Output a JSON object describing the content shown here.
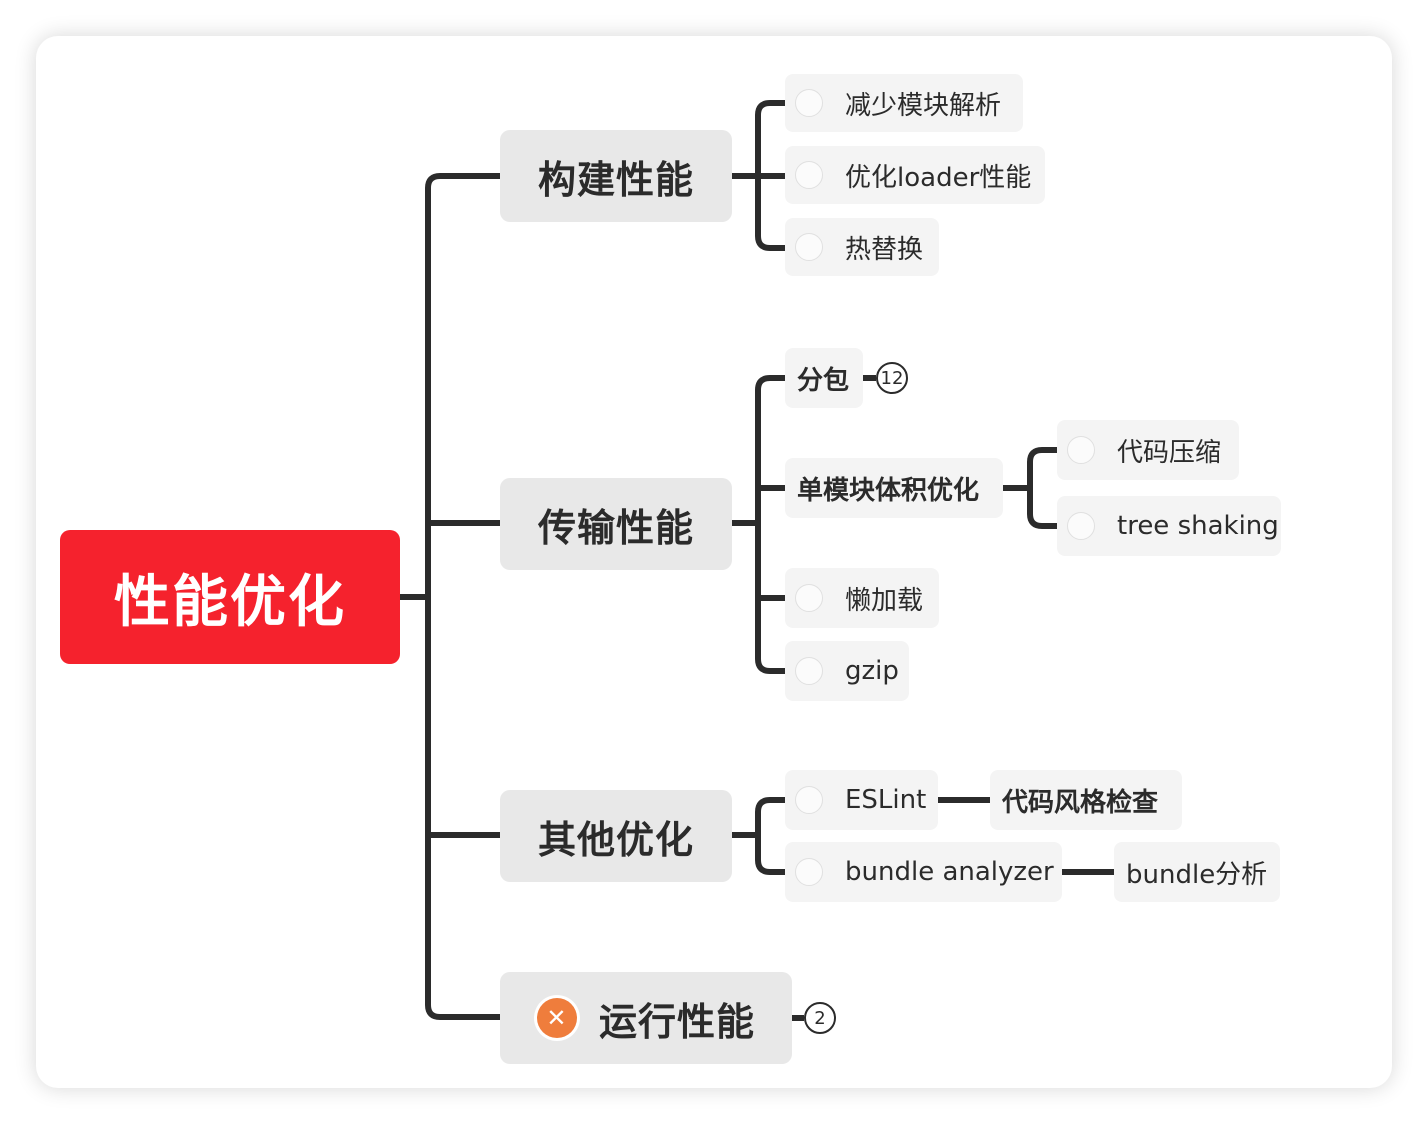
{
  "root": {
    "label": "性能优化"
  },
  "branches": [
    {
      "label": "构建性能",
      "children": [
        {
          "label": "减少模块解析"
        },
        {
          "label": "优化loader性能"
        },
        {
          "label": "热替换"
        }
      ]
    },
    {
      "label": "传输性能",
      "children": [
        {
          "label": "分包",
          "collapsed_count": "12"
        },
        {
          "label": "单模块体积优化",
          "children": [
            {
              "label": "代码压缩"
            },
            {
              "label": "tree shaking"
            }
          ]
        },
        {
          "label": "懒加载"
        },
        {
          "label": "gzip"
        }
      ]
    },
    {
      "label": "其他优化",
      "children": [
        {
          "label": "ESLint",
          "note": "代码风格检查"
        },
        {
          "label": "bundle analyzer",
          "note": "bundle分析"
        }
      ]
    },
    {
      "label": "运行性能",
      "marker": "cross",
      "marker_symbol": "✕",
      "collapsed_count": "2"
    }
  ],
  "colors": {
    "root": "#f5222d",
    "branch_bg": "#e8e8e8",
    "leaf_bg": "#f4f4f4",
    "connector": "#2b2b2b",
    "marker": "#ef7d3c"
  }
}
